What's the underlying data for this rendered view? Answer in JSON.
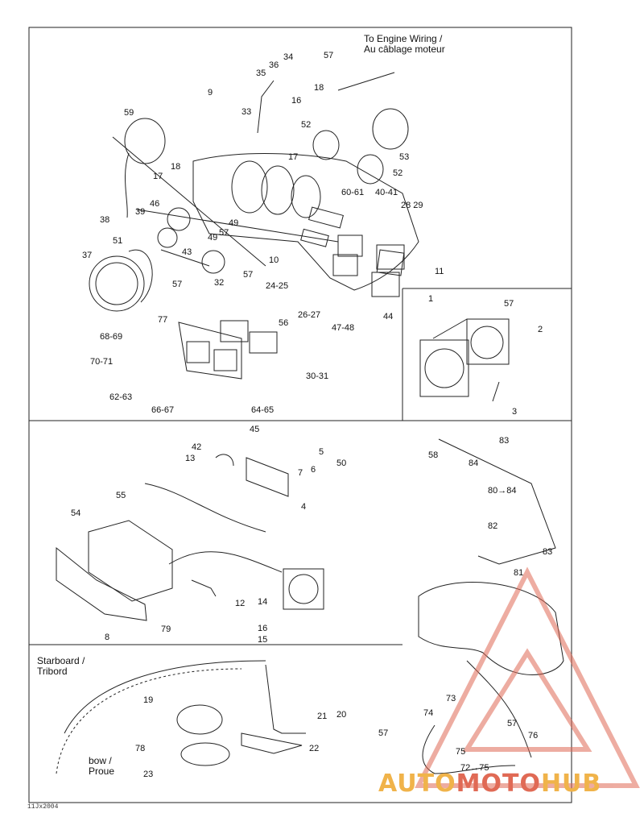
{
  "diagram": {
    "engine_note": "To Engine Wiring /\nAu câblage moteur",
    "starboard_note": "Starboard /\nTribord",
    "bow_note": "bow /\nProue",
    "drawing_code": "11Jx2004",
    "labels": {
      "p9": "9",
      "p33": "33",
      "p35": "35",
      "p36": "36",
      "p34": "34",
      "p57a": "57",
      "p16a": "16",
      "p18a": "18",
      "p52a": "52",
      "p53": "53",
      "p59": "59",
      "p17a": "17",
      "p52b": "52",
      "p18b": "18",
      "p17b": "17",
      "p46": "46",
      "p60_61": "60-61",
      "p40_41": "40-41",
      "p28_29": "28 29",
      "p38": "38",
      "p39": "39",
      "p49a": "49",
      "p49b": "49",
      "p57b": "57",
      "p51": "51",
      "p43": "43",
      "p37": "37",
      "p32": "32",
      "p57c": "57",
      "p10": "10",
      "p11": "11",
      "p24_25": "24-25",
      "p57d": "57",
      "p26_27": "26-27",
      "p47_48": "47-48",
      "p44": "44",
      "p77": "77",
      "p56": "56",
      "p68_69": "68-69",
      "p70_71": "70-71",
      "p30_31": "30-31",
      "p62_63": "62-63",
      "p66_67": "66-67",
      "p64_65": "64-65",
      "p1": "1",
      "p57e": "57",
      "p2": "2",
      "p3": "3",
      "p45": "45",
      "p42": "42",
      "p13": "13",
      "p5": "5",
      "p6": "6",
      "p50": "50",
      "p7": "7",
      "p55": "55",
      "p4": "4",
      "p54": "54",
      "p12": "12",
      "p14": "14",
      "p16b": "16",
      "p15": "15",
      "p8": "8",
      "p79": "79",
      "p58": "58",
      "p83a": "83",
      "p84a": "84",
      "p80_84": "80→84",
      "p82": "82",
      "p83b": "83",
      "p81": "81",
      "p73": "73",
      "p74": "74",
      "p57f": "57",
      "p75": "75",
      "p76": "76",
      "p72_75": "72→75",
      "p19": "19",
      "p21": "21",
      "p20": "20",
      "p78": "78",
      "p22": "22",
      "p57g": "57",
      "p23": "23"
    }
  },
  "watermark": {
    "part_a": "AUTO",
    "part_b": "MOTO",
    "part_c": "HUB"
  }
}
